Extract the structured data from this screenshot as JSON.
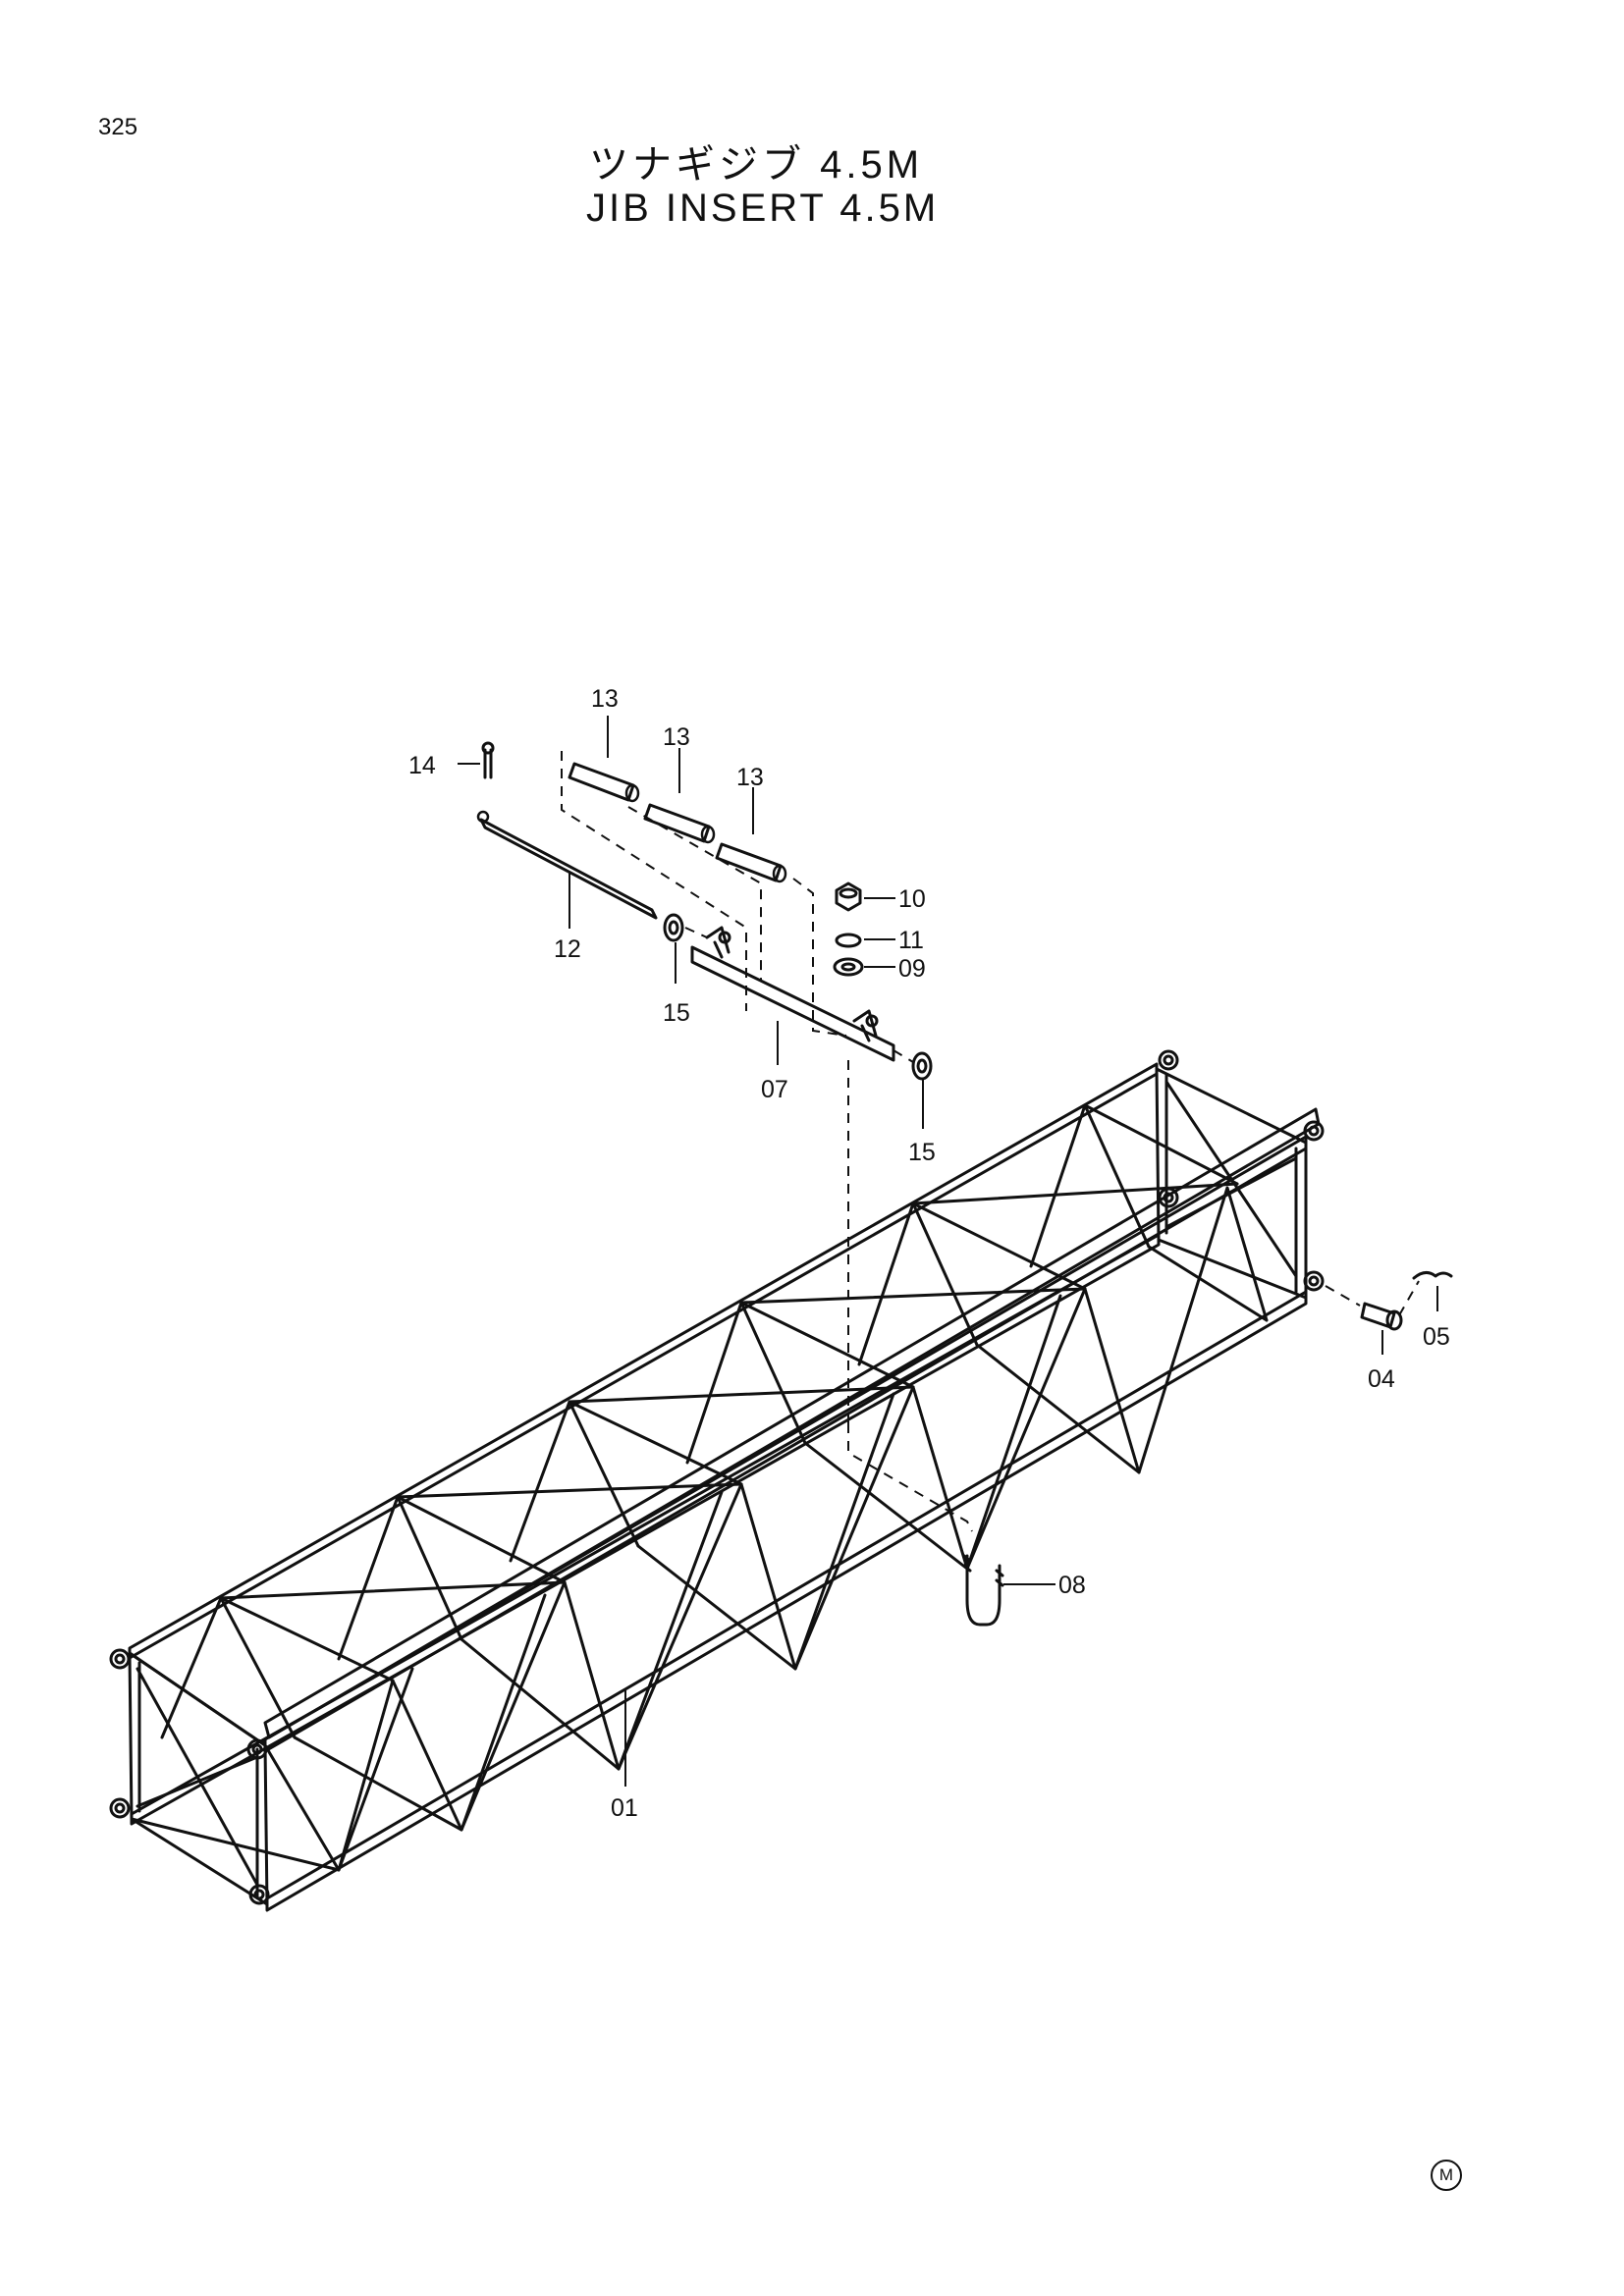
{
  "page": {
    "number": "325",
    "maker_mark": "M"
  },
  "title": {
    "japanese": "ツナギジブ 4.5M",
    "english": "JIB INSERT 4.5M"
  },
  "parts": [
    {
      "ref": "01"
    },
    {
      "ref": "04"
    },
    {
      "ref": "05"
    },
    {
      "ref": "07"
    },
    {
      "ref": "08"
    },
    {
      "ref": "09"
    },
    {
      "ref": "10"
    },
    {
      "ref": "11"
    },
    {
      "ref": "12"
    },
    {
      "ref": "13"
    },
    {
      "ref": "14"
    },
    {
      "ref": "15"
    }
  ]
}
